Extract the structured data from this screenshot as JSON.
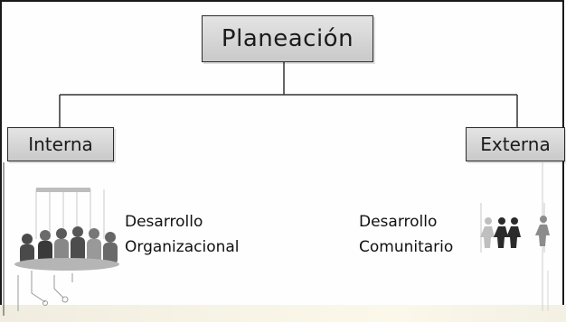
{
  "diagram": {
    "root": {
      "label": "Planeación"
    },
    "left": {
      "label": "Interna",
      "caption": [
        "Desarrollo",
        "Organizacional"
      ],
      "image_icon": "team-meeting-icon"
    },
    "right": {
      "label": "Externa",
      "caption": [
        "Desarrollo",
        "Comunitario"
      ],
      "image_icon": "community-people-icon"
    }
  },
  "colors": {
    "box_fill_top": "#e4e4e4",
    "box_fill_bottom": "#c9c9c9",
    "line": "#333333"
  }
}
